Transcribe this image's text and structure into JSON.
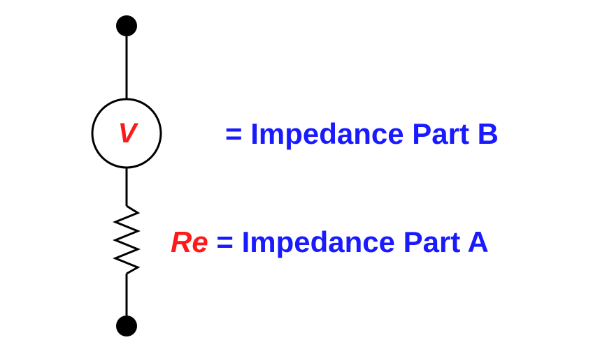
{
  "colors": {
    "wire": "#000000",
    "text_blue": "#1a1aff",
    "symbol_red": "#ff1a1a",
    "background": "#ffffff"
  },
  "source": {
    "symbol": "V"
  },
  "labels": {
    "part_b": {
      "text": "= Impedance Part B"
    },
    "part_a": {
      "symbol": "Re",
      "text": " = Impedance Part A"
    }
  }
}
